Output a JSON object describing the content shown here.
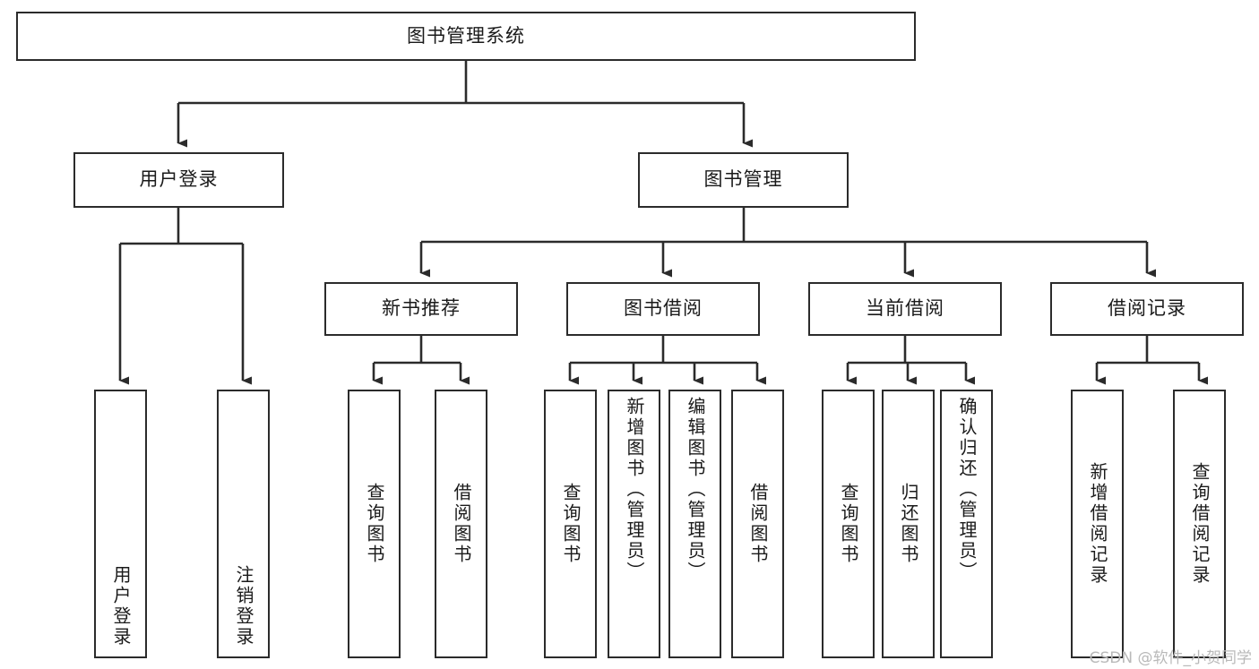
{
  "diagram": {
    "title": "图书管理系统",
    "type": "功能结构图",
    "watermark": "CSDN @软件_小贺同学",
    "stroke_color": "#2b2b2b",
    "fill_color": "#ffffff",
    "text_color": "#1a1a1a",
    "watermark_color": "#b9b9b9"
  },
  "nodes": {
    "root": {
      "label": "图书管理系统"
    },
    "level1": [
      {
        "id": "user-login",
        "label": "用户登录"
      },
      {
        "id": "book-manage",
        "label": "图书管理"
      }
    ],
    "level2": [
      {
        "id": "new-book-rec",
        "label": "新书推荐"
      },
      {
        "id": "book-borrow",
        "label": "图书借阅"
      },
      {
        "id": "current-borrow",
        "label": "当前借阅"
      },
      {
        "id": "borrow-record",
        "label": "借阅记录"
      }
    ],
    "leaves": {
      "user-login": [
        {
          "id": "leaf-user-login",
          "label": "用户登录"
        },
        {
          "id": "leaf-logout",
          "label": "注销登录"
        }
      ],
      "new-book-rec": [
        {
          "id": "leaf-query-book-1",
          "label": "查询图书"
        },
        {
          "id": "leaf-borrow-book-1",
          "label": "借阅图书"
        }
      ],
      "book-borrow": [
        {
          "id": "leaf-query-book-2",
          "label": "查询图书"
        },
        {
          "id": "leaf-add-book",
          "label": "新增图书（管理员）"
        },
        {
          "id": "leaf-edit-book",
          "label": "编辑图书（管理员）"
        },
        {
          "id": "leaf-borrow-book-2",
          "label": "借阅图书"
        }
      ],
      "current-borrow": [
        {
          "id": "leaf-query-book-3",
          "label": "查询图书"
        },
        {
          "id": "leaf-return-book",
          "label": "归还图书"
        },
        {
          "id": "leaf-confirm-return",
          "label": "确认归还（管理员）"
        }
      ],
      "borrow-record": [
        {
          "id": "leaf-add-record",
          "label": "新增借阅记录"
        },
        {
          "id": "leaf-query-record",
          "label": "查询借阅记录"
        }
      ]
    }
  }
}
